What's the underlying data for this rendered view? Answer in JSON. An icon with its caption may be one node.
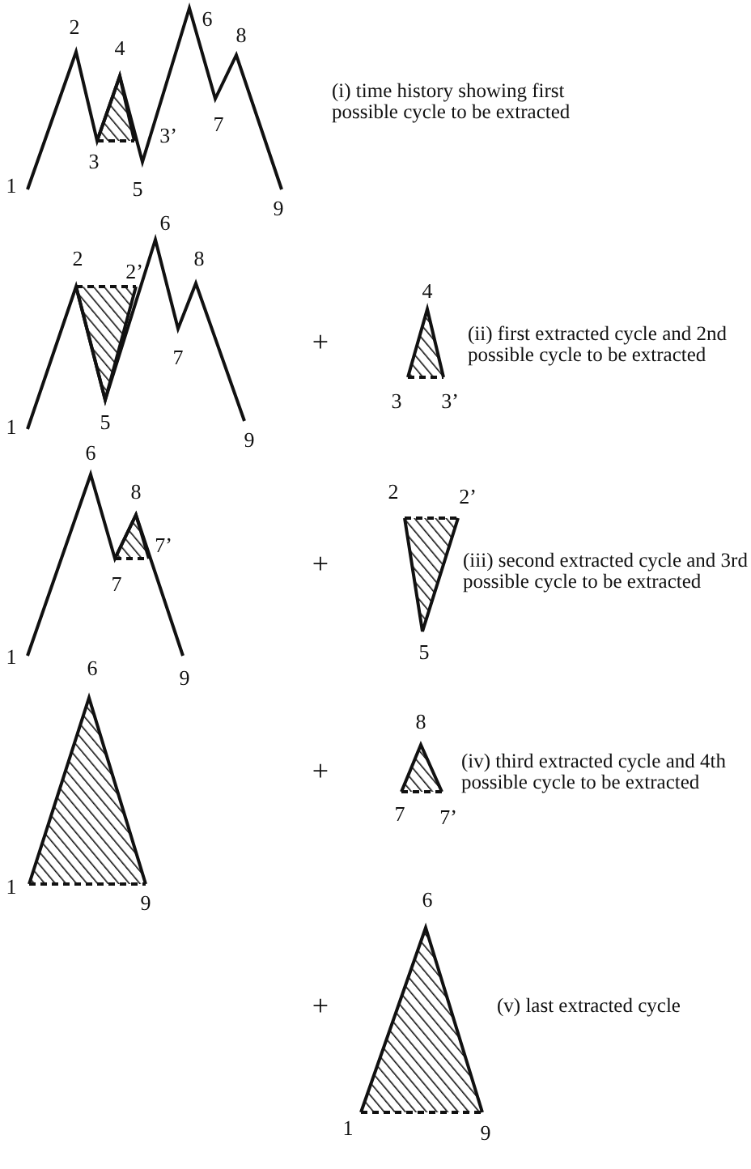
{
  "diagram": {
    "labels": [
      "2",
      "6",
      "4",
      "8",
      "(i) time history showing first possible cycle to be extracted",
      "3’",
      "7",
      "3",
      "1",
      "5",
      "9",
      "6",
      "2",
      "8",
      "2’",
      "4",
      "+",
      "(ii) first extracted cycle and 2nd possible cycle to be extracted",
      "7",
      "3",
      "3’",
      "1",
      "5",
      "9",
      "6",
      "8",
      "2",
      "2’",
      "7’",
      "+",
      "(iii) second extracted cycle and 3rd possible cycle to be extracted",
      "7",
      "1",
      "5",
      "6",
      "9",
      "8",
      "+",
      "(iv) third extracted cycle and 4th possible cycle to be extracted",
      "7",
      "7’",
      "1",
      "9",
      "6",
      "+",
      "(v) last extracted cycle",
      "1",
      "9"
    ]
  }
}
